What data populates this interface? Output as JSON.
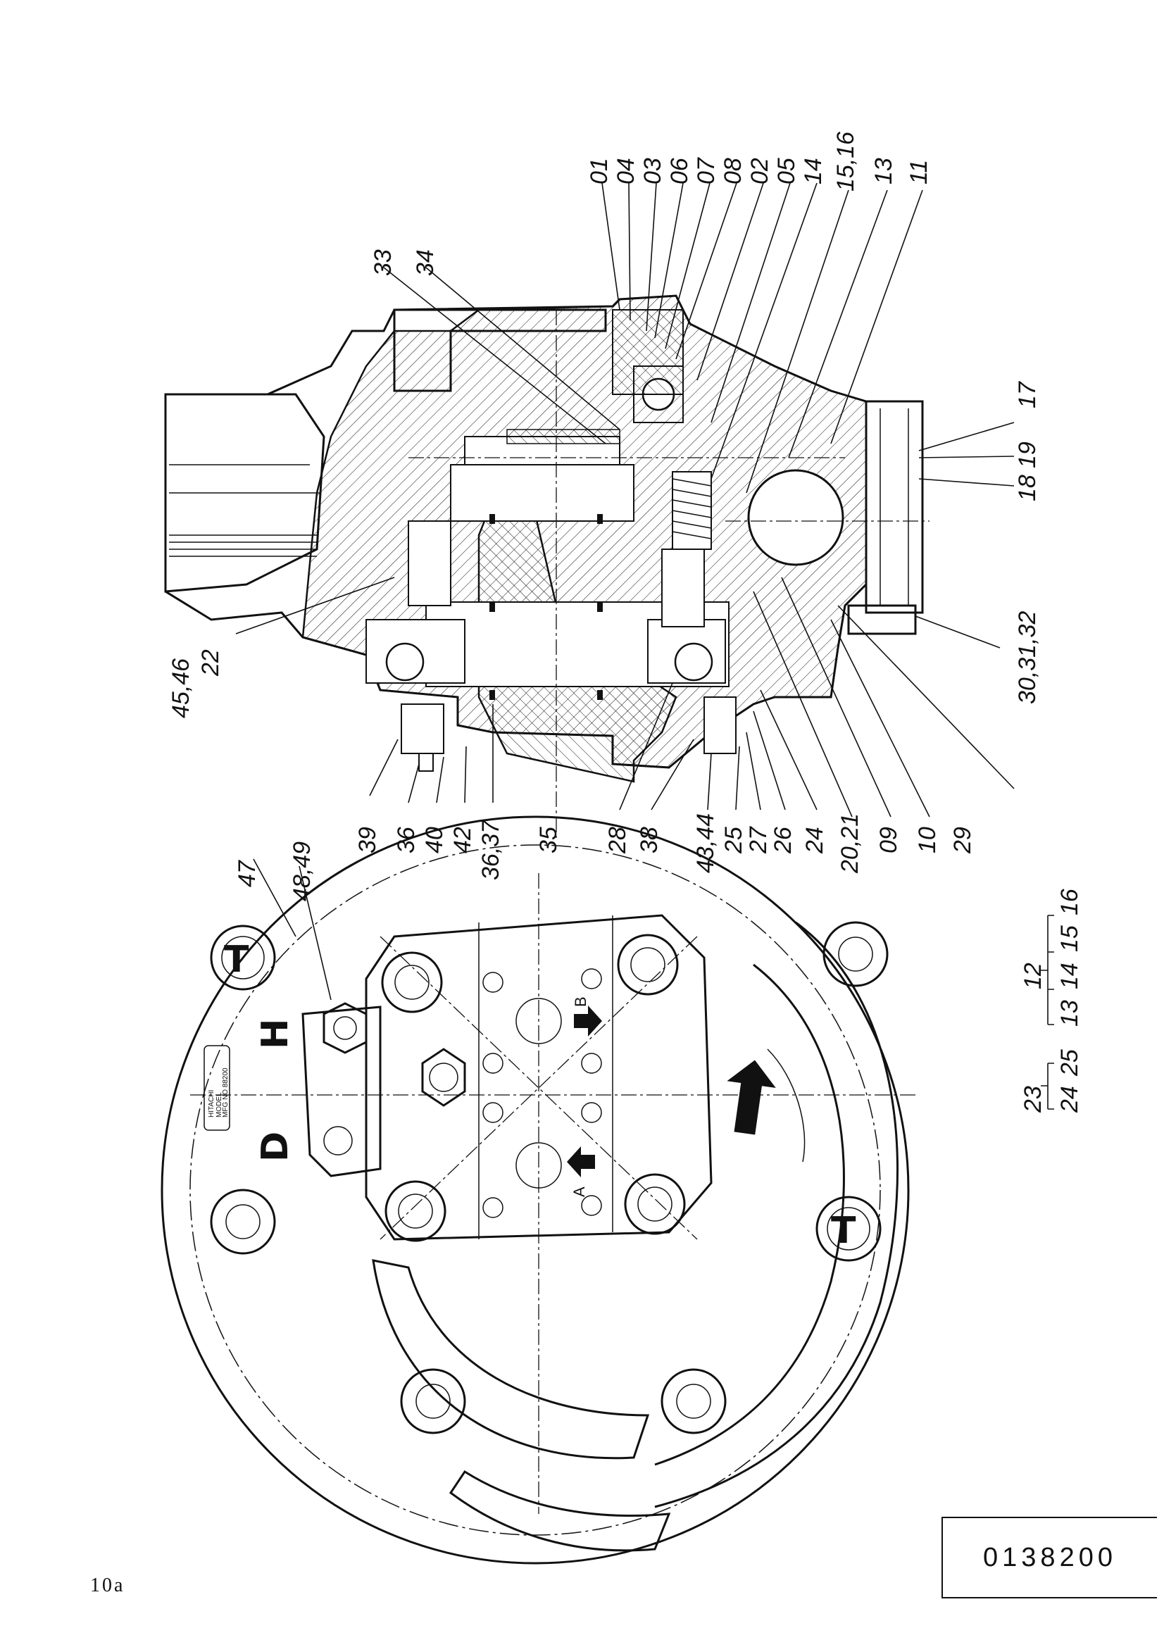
{
  "drawing_number": "0138200",
  "page_label": "10a",
  "callouts_right_top": [
    "01",
    "04",
    "03",
    "06",
    "07",
    "08",
    "02",
    "05",
    "14",
    "15,16",
    "13",
    "11"
  ],
  "callouts_right_side": [
    "17",
    "19",
    "18",
    "30,31,32"
  ],
  "callouts_top": [
    "33",
    "34"
  ],
  "callouts_left": [
    "45,46",
    "22"
  ],
  "callouts_bottom": [
    "39",
    "36",
    "40",
    "42",
    "36,37",
    "35",
    "28",
    "38",
    "43,44",
    "25",
    "27",
    "26",
    "24",
    "20,21",
    "09",
    "10",
    "29"
  ],
  "callouts_top_view": [
    "47",
    "48,49"
  ],
  "port_letters": {
    "d": "D",
    "h": "H",
    "a": "A",
    "b": "B"
  },
  "groups": {
    "g12": {
      "parent": "12",
      "children": [
        "13",
        "14",
        "15",
        "16"
      ]
    },
    "g23": {
      "parent": "23",
      "children": [
        "24",
        "25"
      ]
    }
  },
  "nameplate": {
    "brand": "HITACHI",
    "model": "MODEL",
    "mfg": "MFG NO 88200"
  }
}
